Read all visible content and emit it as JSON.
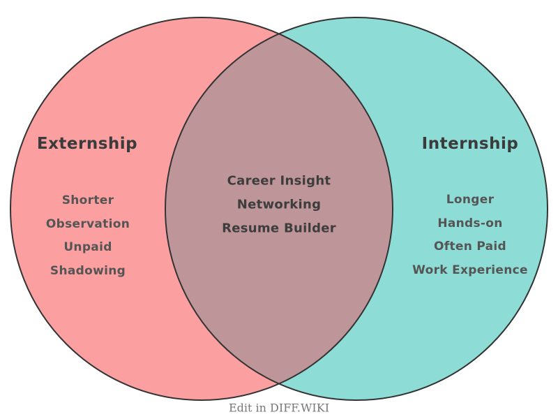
{
  "venn": {
    "left": {
      "title": "Externship",
      "items": [
        "Shorter",
        "Observation",
        "Unpaid",
        "Shadowing"
      ],
      "fill": "#FB9FA0"
    },
    "right": {
      "title": "Internship",
      "items": [
        "Longer",
        "Hands-on",
        "Often Paid",
        "Work Experience"
      ],
      "fill": "#8DDCD5"
    },
    "overlap": {
      "items": [
        "Career Insight",
        "Networking",
        "Resume Builder"
      ],
      "fill": "#BE9599"
    },
    "outline_color": "#333333",
    "footer": "Edit in DIFF.WIKI"
  }
}
